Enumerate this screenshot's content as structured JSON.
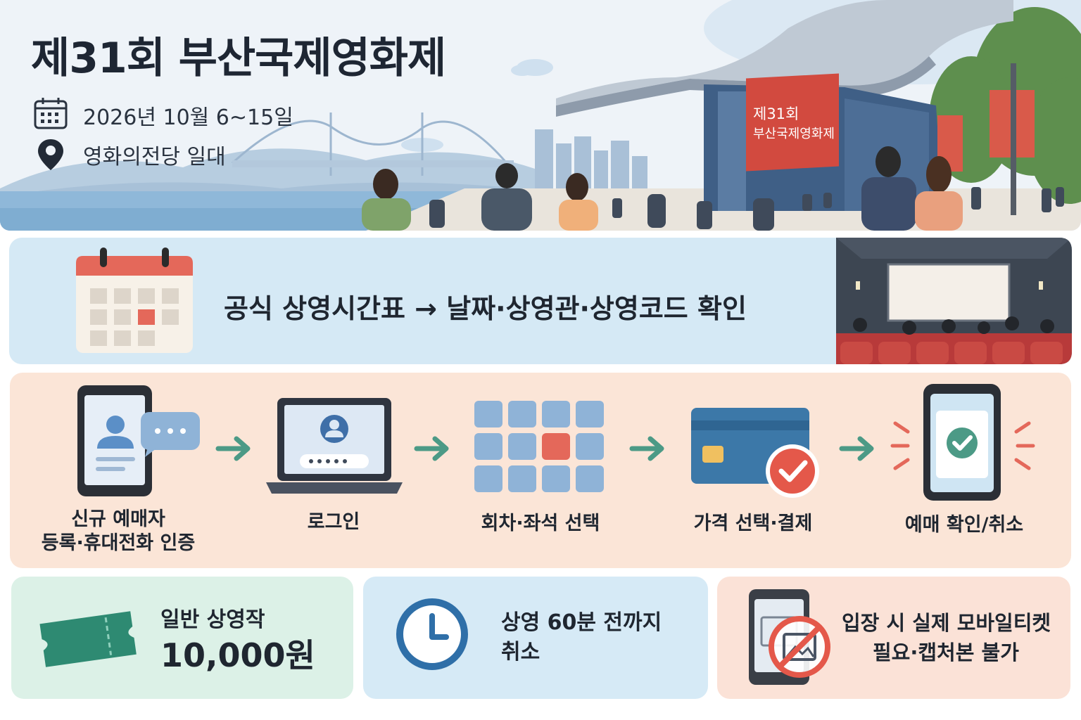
{
  "hero": {
    "title": "제31회 부산국제영화제",
    "date": "2026년 10월 6~15일",
    "venue": "영화의전당 일대",
    "sign_line1": "제31회",
    "sign_line2": "부산국제영화제",
    "icons": [
      "calendar-icon",
      "location-pin-icon"
    ]
  },
  "schedule": {
    "text": "공식 상영시간표 → 날짜·상영관·상영코드 확인",
    "icons": [
      "calendar-icon",
      "theater-screen-illustration"
    ]
  },
  "steps": [
    {
      "line1": "신규 예매자",
      "line2": "등록·휴대전화 인증",
      "icon": "phone-user-chat-icon"
    },
    {
      "line1": "로그인",
      "line2": "",
      "icon": "laptop-login-icon"
    },
    {
      "line1": "회차·좌석 선택",
      "line2": "",
      "icon": "seat-grid-icon"
    },
    {
      "line1": "가격 선택·결제",
      "line2": "",
      "icon": "credit-card-check-icon"
    },
    {
      "line1": "예매 확인/취소",
      "line2": "",
      "icon": "mobile-ticket-check-icon"
    }
  ],
  "cards": {
    "price_label": "일반 상영작",
    "price_value": "10,000원",
    "cancel_line1": "상영 60분 전까지",
    "cancel_line2": "취소",
    "entry_line1": "입장 시 실제 모바일티켓",
    "entry_line2": "필요·캡처본 불가"
  },
  "colors": {
    "schedule_bg": "#d5e9f5",
    "steps_bg": "#fbe5d7",
    "price_bg": "#dcf1e7",
    "cancel_bg": "#d6eaf6",
    "entry_bg": "#fbe2d7",
    "accent_red": "#e05a4e",
    "accent_teal": "#4c9a86",
    "accent_blue": "#3c78a8"
  }
}
